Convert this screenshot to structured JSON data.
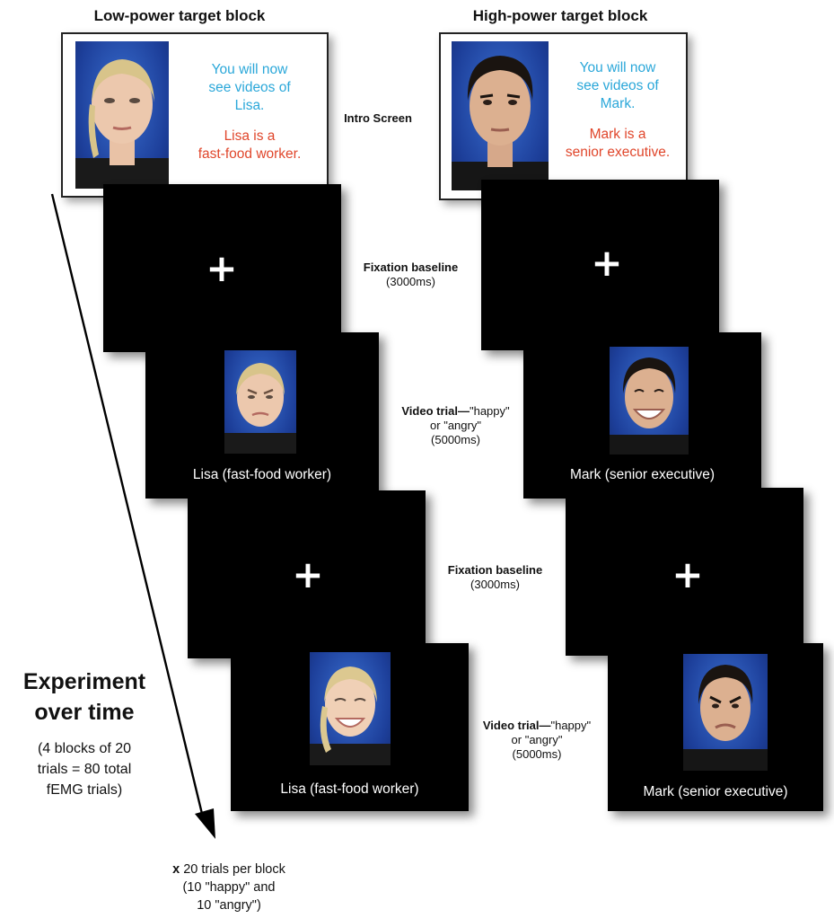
{
  "headings": {
    "low_power": "Low-power target block",
    "high_power": "High-power target block"
  },
  "intro": {
    "low": {
      "line1": "You will now",
      "line2": "see videos of",
      "line3": "Lisa.",
      "line4": "Lisa is a",
      "line5": "fast-food worker."
    },
    "high": {
      "line1": "You will now",
      "line2": "see videos of",
      "line3": "Mark.",
      "line4": "Mark is a",
      "line5": "senior executive."
    }
  },
  "stages": {
    "intro": "Intro Screen",
    "fixation1_bold": "Fixation baseline",
    "fixation1_time": "(3000ms)",
    "video1_bold": "Video trial—",
    "video1_rest": "\"happy\"",
    "video1_line2": "or \"angry\"",
    "video1_time": "(5000ms)",
    "fixation2_bold": "Fixation baseline",
    "fixation2_time": "(3000ms)",
    "video2_bold": "Video trial—",
    "video2_rest": "\"happy\"",
    "video2_line2": "or \"angry\"",
    "video2_time": "(5000ms)"
  },
  "fixation_symbol": "+",
  "captions": {
    "lisa1": "Lisa (fast-food worker)",
    "mark1": "Mark (senior executive)",
    "lisa2": "Lisa (fast-food worker)",
    "mark2": "Mark (senior executive)"
  },
  "side": {
    "title_line1": "Experiment",
    "title_line2": "over time",
    "note_line1": "(4 blocks of 20",
    "note_line2": "trials = 80 total",
    "note_line3": "fEMG trials)"
  },
  "bottom": {
    "line1_bold": "x",
    "line1_rest": " 20 trials per block",
    "line2": "(10 \"happy\" and",
    "line3": "10 \"angry\")"
  },
  "colors": {
    "blue_text": "#2aa7d9",
    "red_text": "#e0462b",
    "photo_bg": "#1d3f9a"
  }
}
